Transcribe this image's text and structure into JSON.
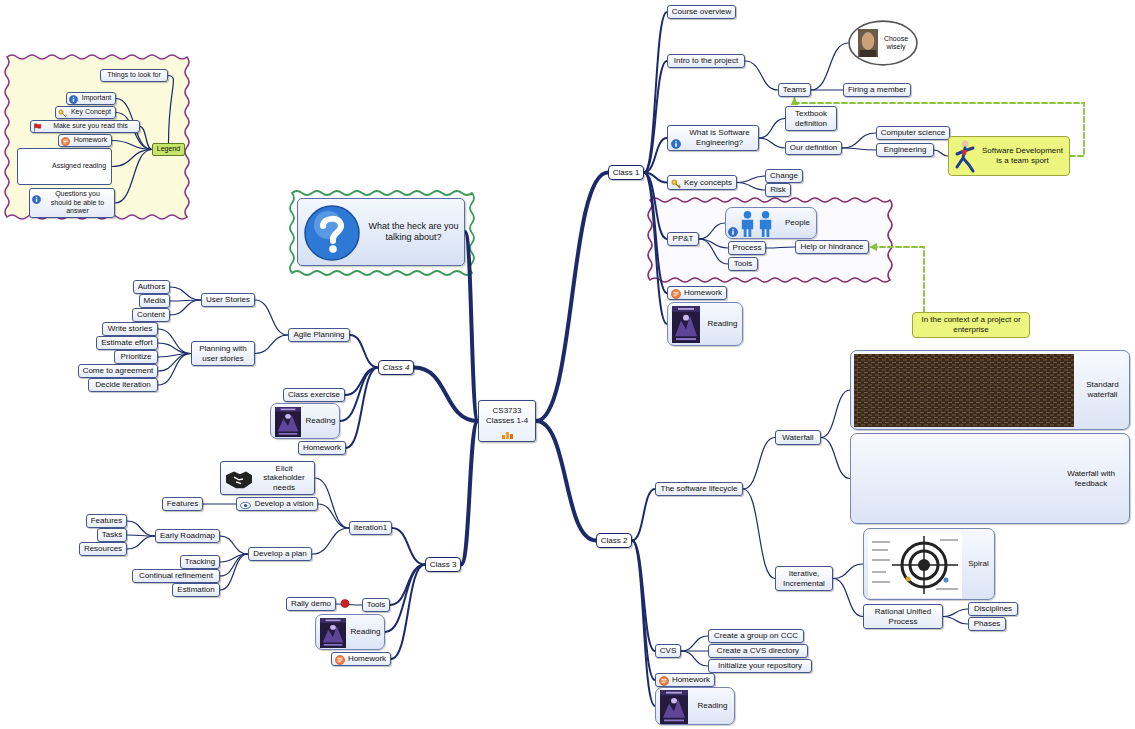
{
  "diagram": {
    "nodes": [
      {
        "text": [
          "CS3733 Classes 1-4"
        ]
      },
      {
        "text": [
          "Class 1"
        ]
      },
      {
        "text": [
          "Course overview"
        ]
      },
      {
        "text": [
          "Intro to the project"
        ]
      },
      {
        "text": [
          "Teams"
        ]
      },
      {
        "text": [
          "Choose wisely"
        ]
      },
      {
        "text": [
          "Firing a member"
        ]
      },
      {
        "text": [
          "What is Software Engineering?"
        ]
      },
      {
        "text": [
          "Textbook definition"
        ]
      },
      {
        "text": [
          "Our definition"
        ]
      },
      {
        "text": [
          "Computer science"
        ]
      },
      {
        "text": [
          "Engineering"
        ]
      },
      {
        "text": [
          "Software Development is a team sport"
        ]
      },
      {
        "text": [
          "Key concepts"
        ]
      },
      {
        "text": [
          "Change"
        ]
      },
      {
        "text": [
          "Risk"
        ]
      },
      {
        "text": [
          "PP&T"
        ]
      },
      {
        "text": [
          "People"
        ]
      },
      {
        "text": [
          "Process"
        ]
      },
      {
        "text": [
          "Help or hindrance"
        ]
      },
      {
        "text": [
          "Tools"
        ]
      },
      {
        "text": [
          "Homework"
        ]
      },
      {
        "text": [
          "Reading"
        ]
      },
      {
        "text": [
          "In the context of a project or enterprise"
        ]
      },
      {
        "text": [
          "Class 2"
        ]
      },
      {
        "text": [
          "The software lifecycle"
        ]
      },
      {
        "text": [
          "Waterfall"
        ]
      },
      {
        "text": [
          "Standard waterfall"
        ]
      },
      {
        "text": [
          "Waterfall with feedback"
        ]
      },
      {
        "text": [
          "Iterative, Incremental"
        ]
      },
      {
        "text": [
          "Spiral"
        ]
      },
      {
        "text": [
          "Rational Unified Process"
        ]
      },
      {
        "text": [
          "Disciplines"
        ]
      },
      {
        "text": [
          "Phases"
        ]
      },
      {
        "text": [
          "CVS"
        ]
      },
      {
        "text": [
          "Create a group on CCC"
        ]
      },
      {
        "text": [
          "Create a CVS directory"
        ]
      },
      {
        "text": [
          "Initialize your repository"
        ]
      },
      {
        "text": [
          "Homework"
        ]
      },
      {
        "text": [
          "Reading"
        ]
      },
      {
        "text": [
          "Class 3"
        ]
      },
      {
        "text": [
          "Iteration1"
        ]
      },
      {
        "text": [
          "Elicit stakeholder needs"
        ]
      },
      {
        "text": [
          "Develop a vision"
        ]
      },
      {
        "text": [
          "Features"
        ]
      },
      {
        "text": [
          "Develop a plan"
        ]
      },
      {
        "text": [
          "Early Roadmap"
        ]
      },
      {
        "text": [
          "Features"
        ]
      },
      {
        "text": [
          "Tasks"
        ]
      },
      {
        "text": [
          "Resources"
        ]
      },
      {
        "text": [
          "Tracking"
        ]
      },
      {
        "text": [
          "Continual refinement"
        ]
      },
      {
        "text": [
          "Estimation"
        ]
      },
      {
        "text": [
          "Tools"
        ]
      },
      {
        "text": [
          "Rally demo"
        ]
      },
      {
        "text": [
          "Reading"
        ]
      },
      {
        "text": [
          "Homework"
        ]
      },
      {
        "text": [
          "Class 4"
        ]
      },
      {
        "text": [
          "Agile Planning"
        ]
      },
      {
        "text": [
          "User Stories"
        ]
      },
      {
        "text": [
          "Authors"
        ]
      },
      {
        "text": [
          "Media"
        ]
      },
      {
        "text": [
          "Content"
        ]
      },
      {
        "text": [
          "Planning with user stories"
        ]
      },
      {
        "text": [
          "Write stories"
        ]
      },
      {
        "text": [
          "Estimate effort"
        ]
      },
      {
        "text": [
          "Prioritize"
        ]
      },
      {
        "text": [
          "Come to agreement"
        ]
      },
      {
        "text": [
          "Decide iteration"
        ]
      },
      {
        "text": [
          "Class exercise"
        ]
      },
      {
        "text": [
          "Reading"
        ]
      },
      {
        "text": [
          "Homework"
        ]
      },
      {
        "text": [
          "What the heck are you talking about?"
        ]
      },
      {
        "text": [
          "Legend"
        ]
      },
      {
        "text": [
          "Things to look for"
        ]
      },
      {
        "text": [
          "Important"
        ]
      },
      {
        "text": [
          "Key Concept"
        ]
      },
      {
        "text": [
          "Make sure you read this"
        ]
      },
      {
        "text": [
          "Homework"
        ]
      },
      {
        "text": [
          "Assigned reading"
        ]
      },
      {
        "text": [
          "Questions you should be able to answer"
        ]
      }
    ],
    "edges": [
      {
        "from": 0,
        "to": 1,
        "arrow": "none"
      },
      {
        "from": 1,
        "to": 2,
        "arrow": "none"
      },
      {
        "from": 1,
        "to": 3,
        "arrow": "none"
      },
      {
        "from": 3,
        "to": 4,
        "arrow": "none"
      },
      {
        "from": 4,
        "to": 5,
        "arrow": "none"
      },
      {
        "from": 4,
        "to": 6,
        "arrow": "none"
      },
      {
        "from": 1,
        "to": 7,
        "arrow": "none"
      },
      {
        "from": 7,
        "to": 8,
        "arrow": "none"
      },
      {
        "from": 7,
        "to": 9,
        "arrow": "none"
      },
      {
        "from": 9,
        "to": 10,
        "arrow": "none"
      },
      {
        "from": 9,
        "to": 11,
        "arrow": "none"
      },
      {
        "from": 11,
        "to": 12,
        "arrow": "none"
      },
      {
        "from": 1,
        "to": 13,
        "arrow": "none"
      },
      {
        "from": 13,
        "to": 14,
        "arrow": "none"
      },
      {
        "from": 13,
        "to": 15,
        "arrow": "none"
      },
      {
        "from": 1,
        "to": 16,
        "arrow": "none"
      },
      {
        "from": 16,
        "to": 17,
        "arrow": "none"
      },
      {
        "from": 16,
        "to": 18,
        "arrow": "none"
      },
      {
        "from": 18,
        "to": 19,
        "arrow": "none"
      },
      {
        "from": 16,
        "to": 20,
        "arrow": "none"
      },
      {
        "from": 1,
        "to": 21,
        "arrow": "none"
      },
      {
        "from": 1,
        "to": 22,
        "arrow": "none"
      },
      {
        "from": 0,
        "to": 24,
        "arrow": "none"
      },
      {
        "from": 24,
        "to": 25,
        "arrow": "none"
      },
      {
        "from": 25,
        "to": 26,
        "arrow": "none"
      },
      {
        "from": 26,
        "to": 27,
        "arrow": "none"
      },
      {
        "from": 26,
        "to": 28,
        "arrow": "none"
      },
      {
        "from": 25,
        "to": 29,
        "arrow": "none"
      },
      {
        "from": 29,
        "to": 30,
        "arrow": "none"
      },
      {
        "from": 29,
        "to": 31,
        "arrow": "none"
      },
      {
        "from": 31,
        "to": 32,
        "arrow": "none"
      },
      {
        "from": 31,
        "to": 33,
        "arrow": "none"
      },
      {
        "from": 24,
        "to": 34,
        "arrow": "none"
      },
      {
        "from": 34,
        "to": 35,
        "arrow": "none"
      },
      {
        "from": 34,
        "to": 36,
        "arrow": "none"
      },
      {
        "from": 34,
        "to": 37,
        "arrow": "none"
      },
      {
        "from": 24,
        "to": 38,
        "arrow": "none"
      },
      {
        "from": 24,
        "to": 39,
        "arrow": "none"
      },
      {
        "from": 0,
        "to": 40,
        "arrow": "none"
      },
      {
        "from": 40,
        "to": 41,
        "arrow": "none"
      },
      {
        "from": 41,
        "to": 42,
        "arrow": "none"
      },
      {
        "from": 41,
        "to": 43,
        "arrow": "none"
      },
      {
        "from": 43,
        "to": 44,
        "arrow": "none"
      },
      {
        "from": 41,
        "to": 45,
        "arrow": "none"
      },
      {
        "from": 45,
        "to": 46,
        "arrow": "none"
      },
      {
        "from": 46,
        "to": 47,
        "arrow": "none"
      },
      {
        "from": 46,
        "to": 48,
        "arrow": "none"
      },
      {
        "from": 46,
        "to": 49,
        "arrow": "none"
      },
      {
        "from": 45,
        "to": 50,
        "arrow": "none"
      },
      {
        "from": 45,
        "to": 51,
        "arrow": "none"
      },
      {
        "from": 45,
        "to": 52,
        "arrow": "none"
      },
      {
        "from": 40,
        "to": 53,
        "arrow": "none"
      },
      {
        "from": 53,
        "to": 54,
        "arrow": "none"
      },
      {
        "from": 40,
        "to": 55,
        "arrow": "none"
      },
      {
        "from": 40,
        "to": 56,
        "arrow": "none"
      },
      {
        "from": 0,
        "to": 57,
        "arrow": "none"
      },
      {
        "from": 57,
        "to": 58,
        "arrow": "none"
      },
      {
        "from": 58,
        "to": 59,
        "arrow": "none"
      },
      {
        "from": 59,
        "to": 60,
        "arrow": "none"
      },
      {
        "from": 59,
        "to": 61,
        "arrow": "none"
      },
      {
        "from": 59,
        "to": 62,
        "arrow": "none"
      },
      {
        "from": 58,
        "to": 63,
        "arrow": "none"
      },
      {
        "from": 63,
        "to": 64,
        "arrow": "none"
      },
      {
        "from": 63,
        "to": 65,
        "arrow": "none"
      },
      {
        "from": 63,
        "to": 66,
        "arrow": "none"
      },
      {
        "from": 63,
        "to": 67,
        "arrow": "none"
      },
      {
        "from": 63,
        "to": 68,
        "arrow": "none"
      },
      {
        "from": 57,
        "to": 69,
        "arrow": "none"
      },
      {
        "from": 57,
        "to": 70,
        "arrow": "none"
      },
      {
        "from": 57,
        "to": 71,
        "arrow": "none"
      },
      {
        "from": 0,
        "to": 72,
        "arrow": "none"
      },
      {
        "from": 73,
        "to": 74,
        "arrow": "none"
      },
      {
        "from": 73,
        "to": 75,
        "arrow": "none"
      },
      {
        "from": 73,
        "to": 76,
        "arrow": "none"
      },
      {
        "from": 73,
        "to": 77,
        "arrow": "none"
      },
      {
        "from": 73,
        "to": 78,
        "arrow": "none"
      },
      {
        "from": 73,
        "to": 79,
        "arrow": "none"
      },
      {
        "from": 73,
        "to": 80,
        "arrow": "none"
      },
      {
        "from": 12,
        "to": 4,
        "arrow": "to"
      },
      {
        "from": 23,
        "to": 19,
        "arrow": "to"
      }
    ]
  }
}
